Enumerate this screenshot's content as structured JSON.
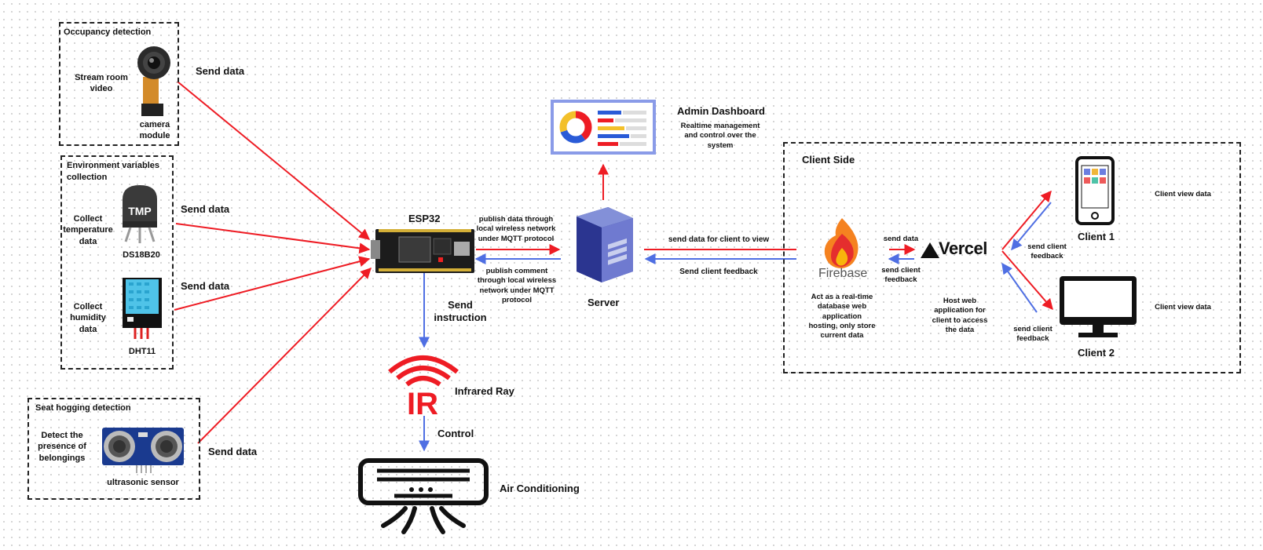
{
  "occupancy": {
    "title": "Occupancy detection",
    "desc": "Stream room video",
    "device": "camera module",
    "send": "Send data"
  },
  "environment": {
    "title": "Environment variables collection",
    "temp_desc": "Collect temperature data",
    "temp_device": "DS18B20",
    "temp_chip": "TMP",
    "temp_send": "Send data",
    "hum_desc": "Collect humidity data",
    "hum_device": "DHT11",
    "hum_send": "Send data"
  },
  "seat": {
    "title": "Seat hogging detection",
    "desc": "Detect the presence of belongings",
    "device": "ultrasonic sensor",
    "send": "Send data"
  },
  "esp32": {
    "title": "ESP32",
    "publish": "publish data through local wireless network under MQTT protocol",
    "comment": "publish comment through local wireless network under MQTT protocol",
    "instruction": "Send instruction"
  },
  "ir": {
    "label": "Infrared Ray",
    "logo": "IR",
    "control": "Control"
  },
  "ac": {
    "label": "Air Conditioning"
  },
  "admin": {
    "title": "Admin Dashboard",
    "desc": "Realtime management and control over the system"
  },
  "server": {
    "label": "Server",
    "send_client": "send data for client to view",
    "feedback": "Send client feedback"
  },
  "client_side": {
    "title": "Client Side",
    "firebase_name": "Firebase",
    "firebase_desc": "Act as a real-time database web application hosting, only store current data",
    "send_data": "send data",
    "send_feedback": "send client feedback",
    "vercel_name": "Vercel",
    "vercel_desc": "Host web application for client to access the data",
    "client1": "Client 1",
    "client2": "Client 2",
    "client1_view": "Client view data",
    "client2_view": "Client view data",
    "client1_feedback": "send client feedback",
    "client2_feedback": "send client feedback"
  },
  "colors": {
    "data_arrow": "#ee1c24",
    "control_arrow": "#4f6fe3",
    "box_border": "#222222"
  }
}
